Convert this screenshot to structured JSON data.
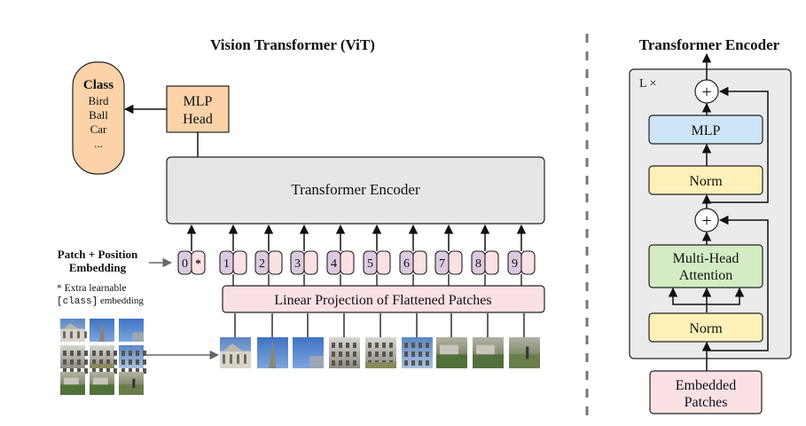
{
  "left": {
    "title": "Vision Transformer (ViT)",
    "class_box": {
      "heading": "Class",
      "items": [
        "Bird",
        "Ball",
        "Car",
        "..."
      ]
    },
    "mlp_head": [
      "MLP",
      "Head"
    ],
    "encoder": "Transformer Encoder",
    "embedding_label": [
      "Patch + Position",
      "Embedding"
    ],
    "note": {
      "prefix": "* Extra learnable",
      "code": "[class]",
      "suffix": " embedding"
    },
    "position_tokens": [
      "0",
      "1",
      "2",
      "3",
      "4",
      "5",
      "6",
      "7",
      "8",
      "9"
    ],
    "class_token_marker": "*",
    "projection": "Linear Projection of Flattened Patches"
  },
  "right": {
    "title": "Transformer Encoder",
    "repeat": "L ×",
    "mlp": "MLP",
    "norm_top": "Norm",
    "attention": [
      "Multi-Head",
      "Attention"
    ],
    "norm_bottom": "Norm",
    "add_symbol": "+",
    "input": [
      "Embedded",
      "Patches"
    ]
  },
  "colors": {
    "class_fill": "#fcd3a8",
    "mlp_head_fill": "#fcd3a8",
    "encoder_fill": "#e6e6e6",
    "token_fill": "#dccae0",
    "token_fill_alt": "#fbe0e4",
    "projection_fill": "#fbe0e4",
    "mlp_fill": "#cde6f7",
    "norm_fill": "#fdf1b8",
    "attention_fill": "#d3ecc4",
    "embedded_fill": "#fbe0e4",
    "encoder_panel_fill": "#ebebeb"
  }
}
